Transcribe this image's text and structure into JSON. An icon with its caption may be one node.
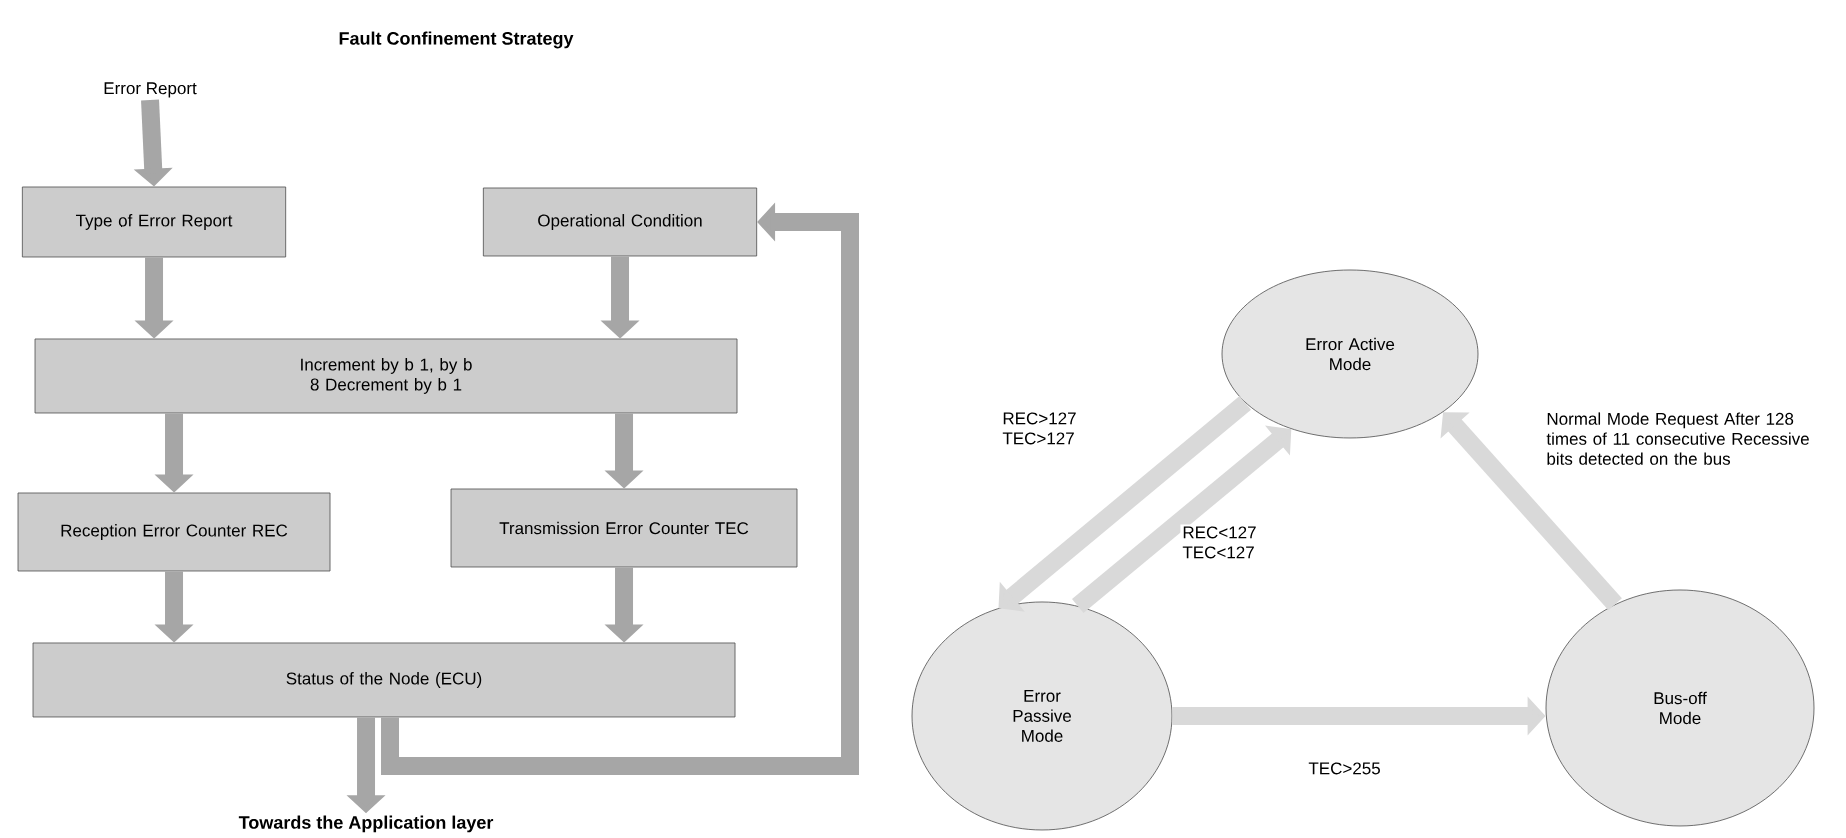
{
  "diagram": {
    "title": "Fault Confinement Strategy",
    "nodes": [
      {
        "text": [
          "Error Report"
        ]
      },
      {
        "text": [
          "Type of Error Report"
        ]
      },
      {
        "text": [
          "Operational Condition"
        ]
      },
      {
        "text": [
          "Increment by b 1, by b 8 Decrement by b 1"
        ]
      },
      {
        "text": [
          "Reception Error Counter REC"
        ]
      },
      {
        "text": [
          "Transmission Error Counter TEC"
        ]
      },
      {
        "text": [
          "Status of the Node (ECU)"
        ]
      },
      {
        "text": [
          "Towards the Application layer"
        ]
      },
      {
        "text": [
          "Error Active Mode"
        ]
      },
      {
        "text": [
          "Error Passive Mode"
        ]
      },
      {
        "text": [
          "Bus-off Mode"
        ]
      }
    ],
    "edges": [
      {
        "from": 0,
        "to": 1,
        "arrow": "to"
      },
      {
        "from": 1,
        "to": 3,
        "arrow": "to"
      },
      {
        "from": 2,
        "to": 3,
        "arrow": "to"
      },
      {
        "from": 3,
        "to": 4,
        "arrow": "to"
      },
      {
        "from": 3,
        "to": 5,
        "arrow": "to"
      },
      {
        "from": 4,
        "to": 6,
        "arrow": "to"
      },
      {
        "from": 5,
        "to": 6,
        "arrow": "to"
      },
      {
        "from": 6,
        "to": 7,
        "arrow": "to"
      },
      {
        "from": 6,
        "to": 2,
        "arrow": "to"
      },
      {
        "from": 8,
        "to": 9,
        "arrow": "to",
        "label": "REC>127 TEC>127",
        "color": "#d9d9d9"
      },
      {
        "from": 9,
        "to": 8,
        "arrow": "to",
        "label": "REC<127 TEC<127",
        "color": "#d9d9d9"
      },
      {
        "from": 9,
        "to": 10,
        "arrow": "to",
        "label": "TEC>255",
        "color": "#d9d9d9"
      },
      {
        "from": 10,
        "to": 8,
        "arrow": "to",
        "label": "Normal Mode Request After 128 times of 11 consecutive Recessive bits detected on the bus",
        "color": "#d9d9d9"
      }
    ]
  }
}
